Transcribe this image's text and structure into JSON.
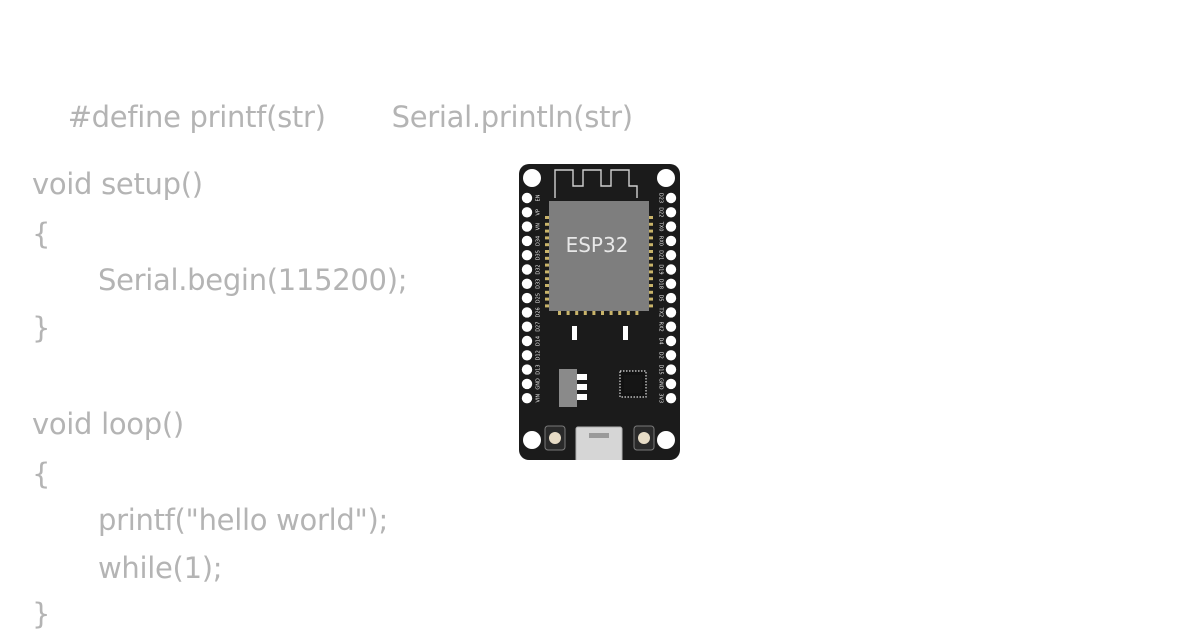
{
  "code": {
    "define_directive": "#define printf(str)",
    "define_value": "Serial.println(str)",
    "setup_signature": "void setup()",
    "setup_open": "{",
    "setup_body": "Serial.begin(115200);",
    "setup_close": "}",
    "loop_signature": "void loop()",
    "loop_open": "{",
    "loop_body_1": "printf(\"hello world\");",
    "loop_body_2": "while(1);",
    "loop_close": "}"
  },
  "board": {
    "chip_label": "ESP32",
    "left_pins": [
      "EN",
      "VP",
      "VN",
      "D34",
      "D35",
      "D32",
      "D33",
      "D25",
      "D26",
      "D27",
      "D14",
      "D12",
      "D13",
      "GND",
      "VIN"
    ],
    "right_pins": [
      "D23",
      "D22",
      "TX0",
      "RX0",
      "D21",
      "D19",
      "D18",
      "D5",
      "TX2",
      "RX2",
      "D4",
      "D2",
      "D15",
      "GND",
      "3V3"
    ],
    "colors": {
      "pcb": "#1b1b1b",
      "module": "#7e7e7e",
      "pad_gold": "#c9b46a",
      "code_text": "#b4b4b4"
    }
  }
}
